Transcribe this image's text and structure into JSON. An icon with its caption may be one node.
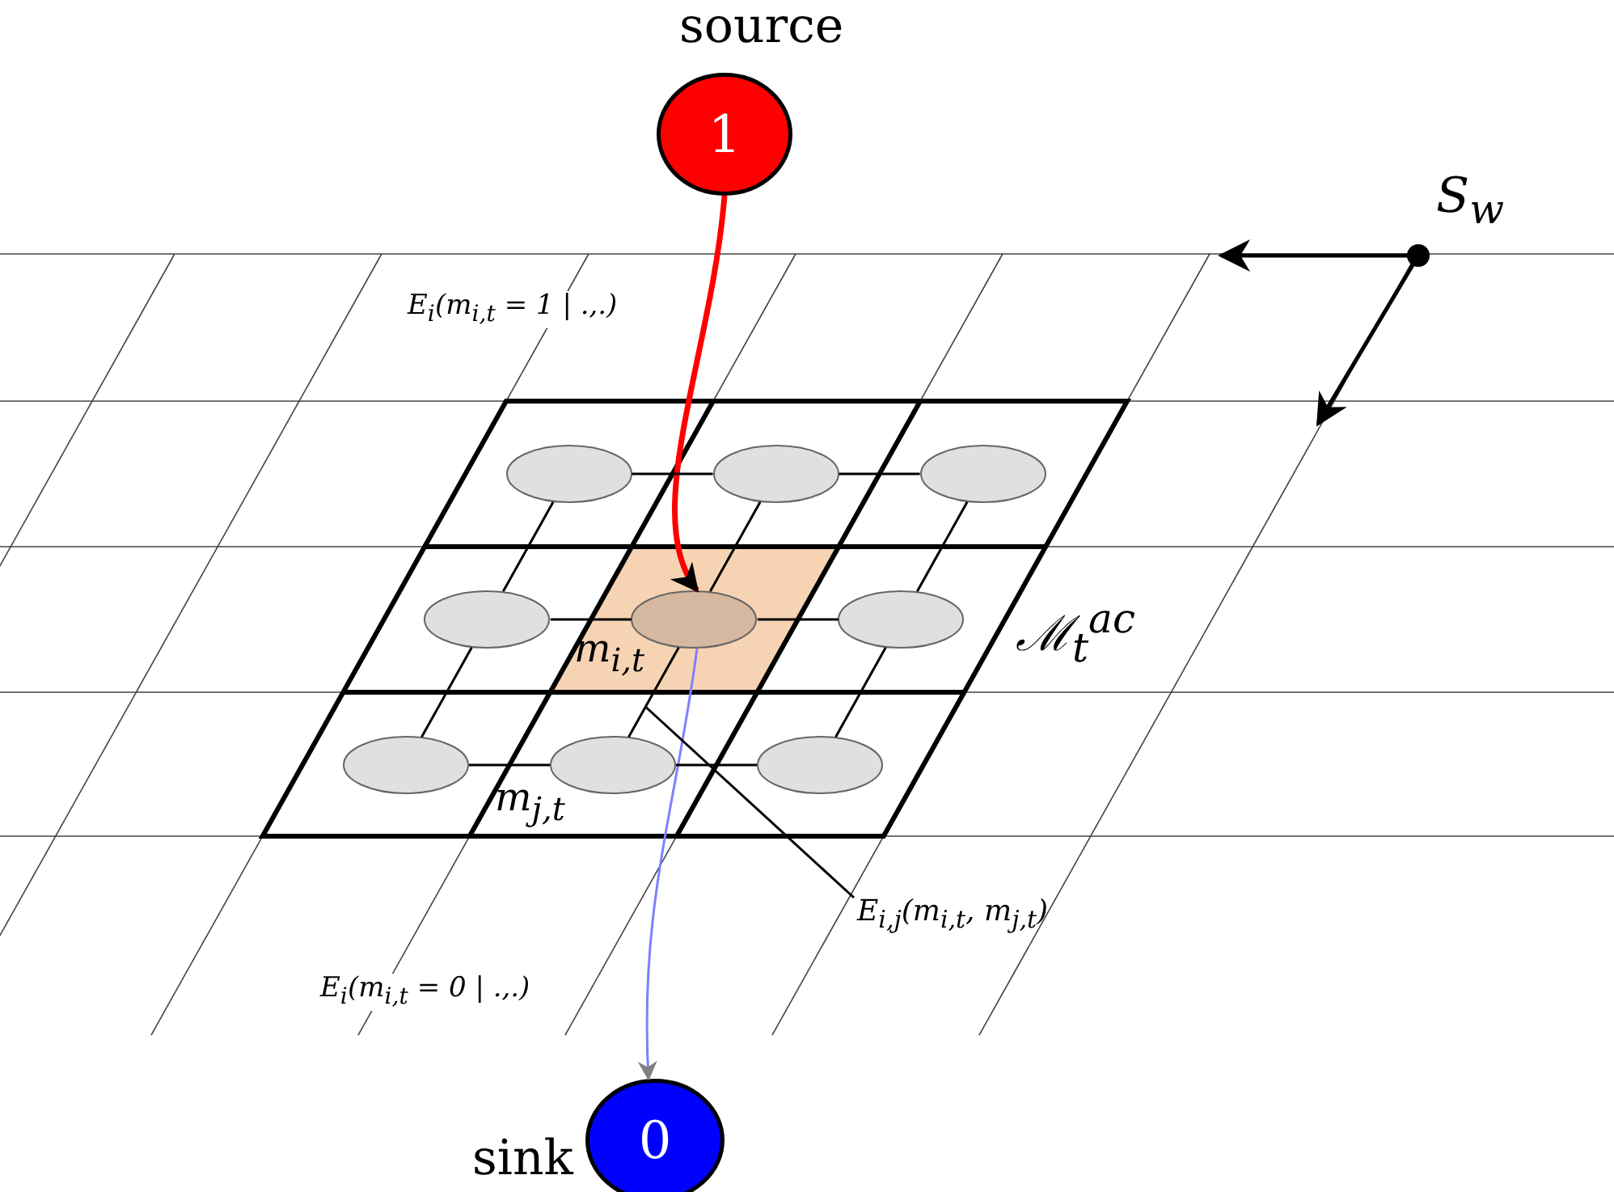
{
  "diagram": {
    "nodes": [
      {
        "text": [
          "1"
        ],
        "beside": [
          "source"
        ]
      },
      {
        "text": [
          "ℳ$_{t}$$^{ac}$"
        ]
      },
      {
        "text": [],
        "shape": "ellipse",
        "in": 1
      },
      {
        "text": [],
        "shape": "ellipse",
        "in": 1
      },
      {
        "text": [],
        "shape": "ellipse",
        "in": 1
      },
      {
        "text": [],
        "shape": "ellipse",
        "in": 1
      },
      {
        "text": [],
        "shape": "ellipse",
        "in": 1,
        "beside": [
          "m$_{i,t}$"
        ]
      },
      {
        "text": [],
        "shape": "ellipse",
        "in": 1
      },
      {
        "text": [],
        "shape": "ellipse",
        "in": 1
      },
      {
        "text": [],
        "shape": "ellipse",
        "in": 1,
        "beside": [
          "m$_{j,t}$"
        ]
      },
      {
        "text": [],
        "shape": "ellipse",
        "in": 1
      },
      {
        "text": [
          "0"
        ],
        "beside": [
          "sink"
        ]
      },
      {
        "text": [
          "E$_{i,j}$(m$_{i,t}$, m$_{j,t}$)"
        ]
      }
    ],
    "edges": [
      {
        "from": 0,
        "to": 6,
        "arrow": "to",
        "label": "E$_{i}$(m$_{i,t}$ = 1 | .,.)",
        "style": "thick",
        "color": "#ff0000"
      },
      {
        "from": 6,
        "to": 11,
        "arrow": "to",
        "label": "E$_{i}$(m$_{i,t}$ = 0 | .,.)",
        "color": "#8080ff"
      },
      {
        "from": 2,
        "to": 3,
        "arrow": "none"
      },
      {
        "from": 3,
        "to": 4,
        "arrow": "none"
      },
      {
        "from": 5,
        "to": 6,
        "arrow": "none"
      },
      {
        "from": 6,
        "to": 7,
        "arrow": "none"
      },
      {
        "from": 8,
        "to": 9,
        "arrow": "none"
      },
      {
        "from": 9,
        "to": 10,
        "arrow": "none"
      },
      {
        "from": 2,
        "to": 5,
        "arrow": "none"
      },
      {
        "from": 3,
        "to": 6,
        "arrow": "none"
      },
      {
        "from": 4,
        "to": 7,
        "arrow": "none"
      },
      {
        "from": 5,
        "to": 8,
        "arrow": "none"
      },
      {
        "from": 6,
        "to": 9,
        "arrow": "none"
      },
      {
        "from": 7,
        "to": 10,
        "arrow": "none"
      },
      {
        "from": 12,
        "to": null,
        "arrow": "none"
      }
    ],
    "labels": [
      "S$_{w}$"
    ]
  }
}
